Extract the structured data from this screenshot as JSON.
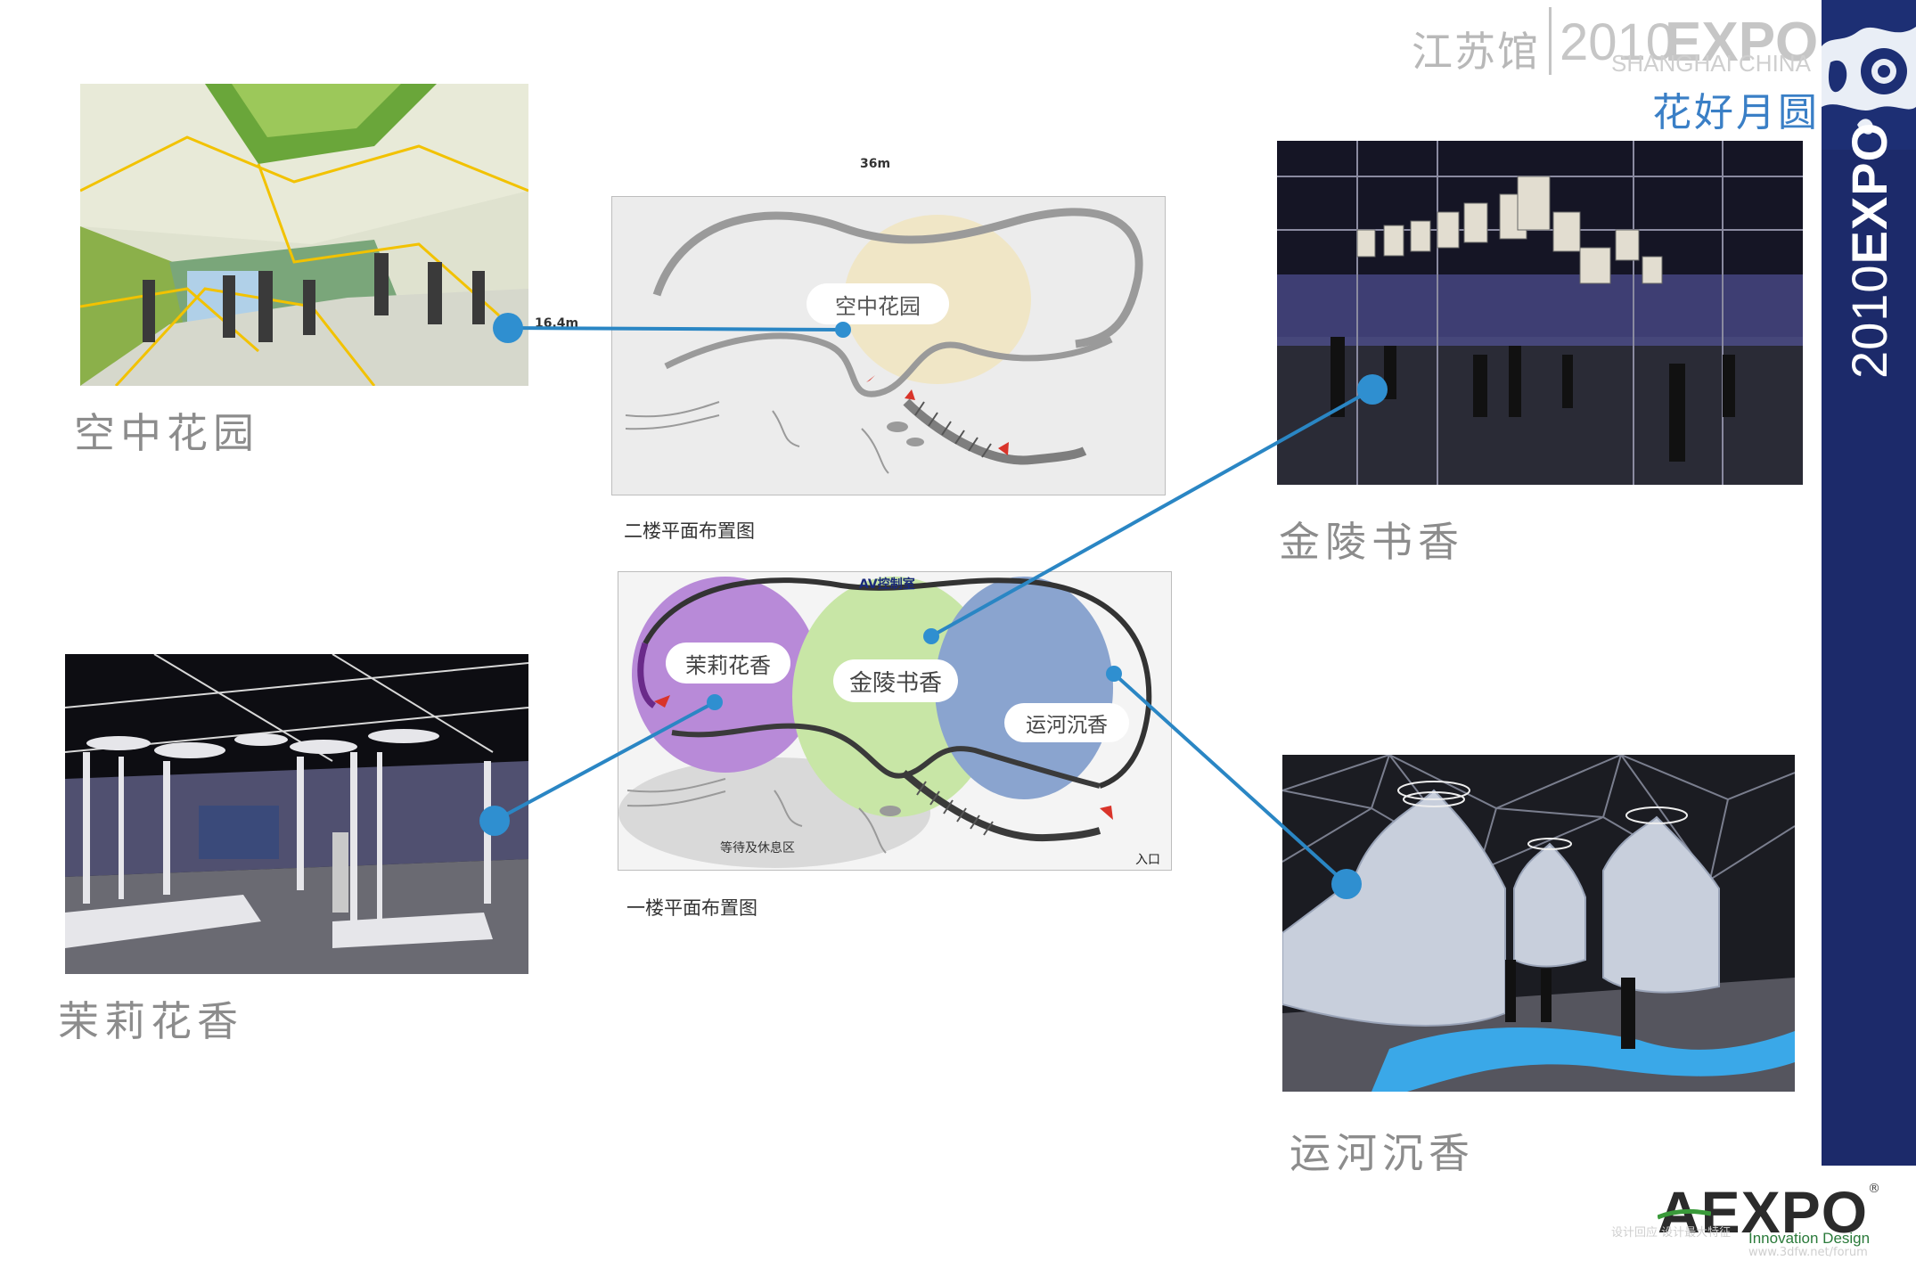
{
  "header": {
    "pavilion": "江苏馆",
    "year": "2010",
    "expo": "EXPO",
    "subtitle": "SHANGHAI CHINA",
    "slogan": "花好月圆"
  },
  "side_band": {
    "year": "2010",
    "expo": "EXPO"
  },
  "captions": {
    "sky_garden": "空中花园",
    "jinling": "金陵书香",
    "jasmine": "茉莉花香",
    "canal": "运河沉香"
  },
  "plans": {
    "upper": {
      "label": "二楼平面布置图",
      "zone": "空中花园",
      "width_dim": "36m",
      "height_dim": "16.4m"
    },
    "lower": {
      "label": "一楼平面布置图",
      "av_room": "AV控制室",
      "zone_jasmine": "茉莉花香",
      "zone_jinling": "金陵书香",
      "zone_canal": "运河沉香",
      "waiting": "等待及休息区",
      "entrance": "入口"
    }
  },
  "logo": {
    "name": "AEXPO",
    "registered": "®",
    "tagline": "Innovation Design"
  },
  "watermark": {
    "left": "设计回应  设计最大特征",
    "right": "www.3dfw.net/forum"
  },
  "colors": {
    "connector": "#2a86c4",
    "connector_dot": "#2f8fd0",
    "side_band": "#1c2a6a",
    "slogan": "#3a7fc6",
    "jasmine_zone": "#b88ad8",
    "jinling_zone": "#c8e6a6",
    "canal_zone": "#8aa4cf",
    "sky_garden_zone": "#f1e6c2",
    "entrance_arrow": "#d9342a"
  }
}
